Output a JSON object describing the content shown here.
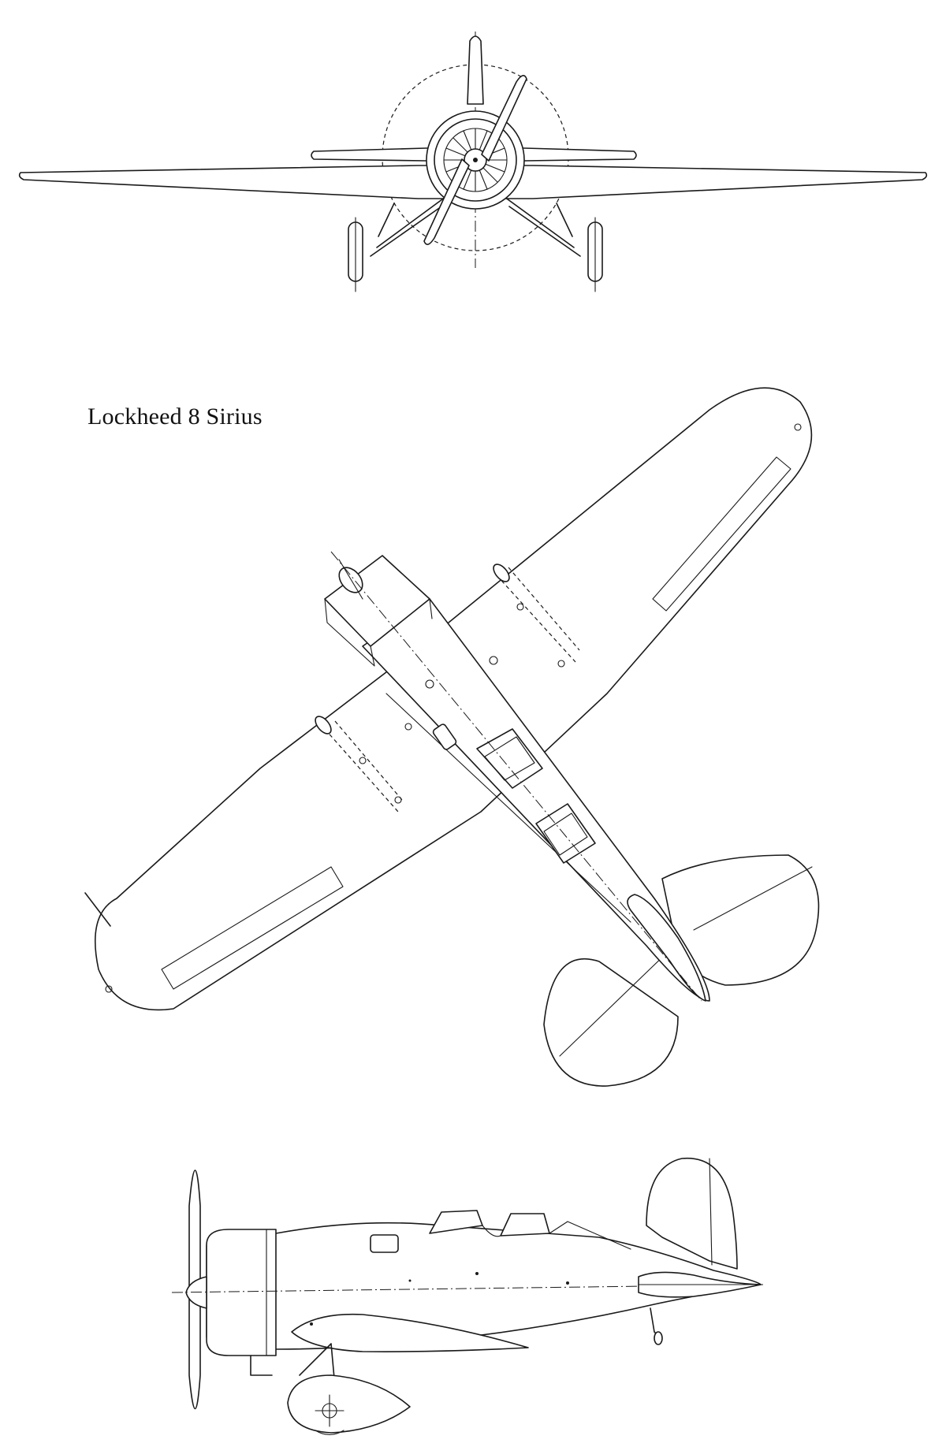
{
  "title": "Lockheed 8 Sirius",
  "views": [
    {
      "name": "front",
      "icon": "front-view-drawing"
    },
    {
      "name": "plan",
      "icon": "plan-view-drawing"
    },
    {
      "name": "side",
      "icon": "side-view-drawing"
    }
  ],
  "colors": {
    "line": "#1a1a1a",
    "paper": "#ffffff"
  }
}
